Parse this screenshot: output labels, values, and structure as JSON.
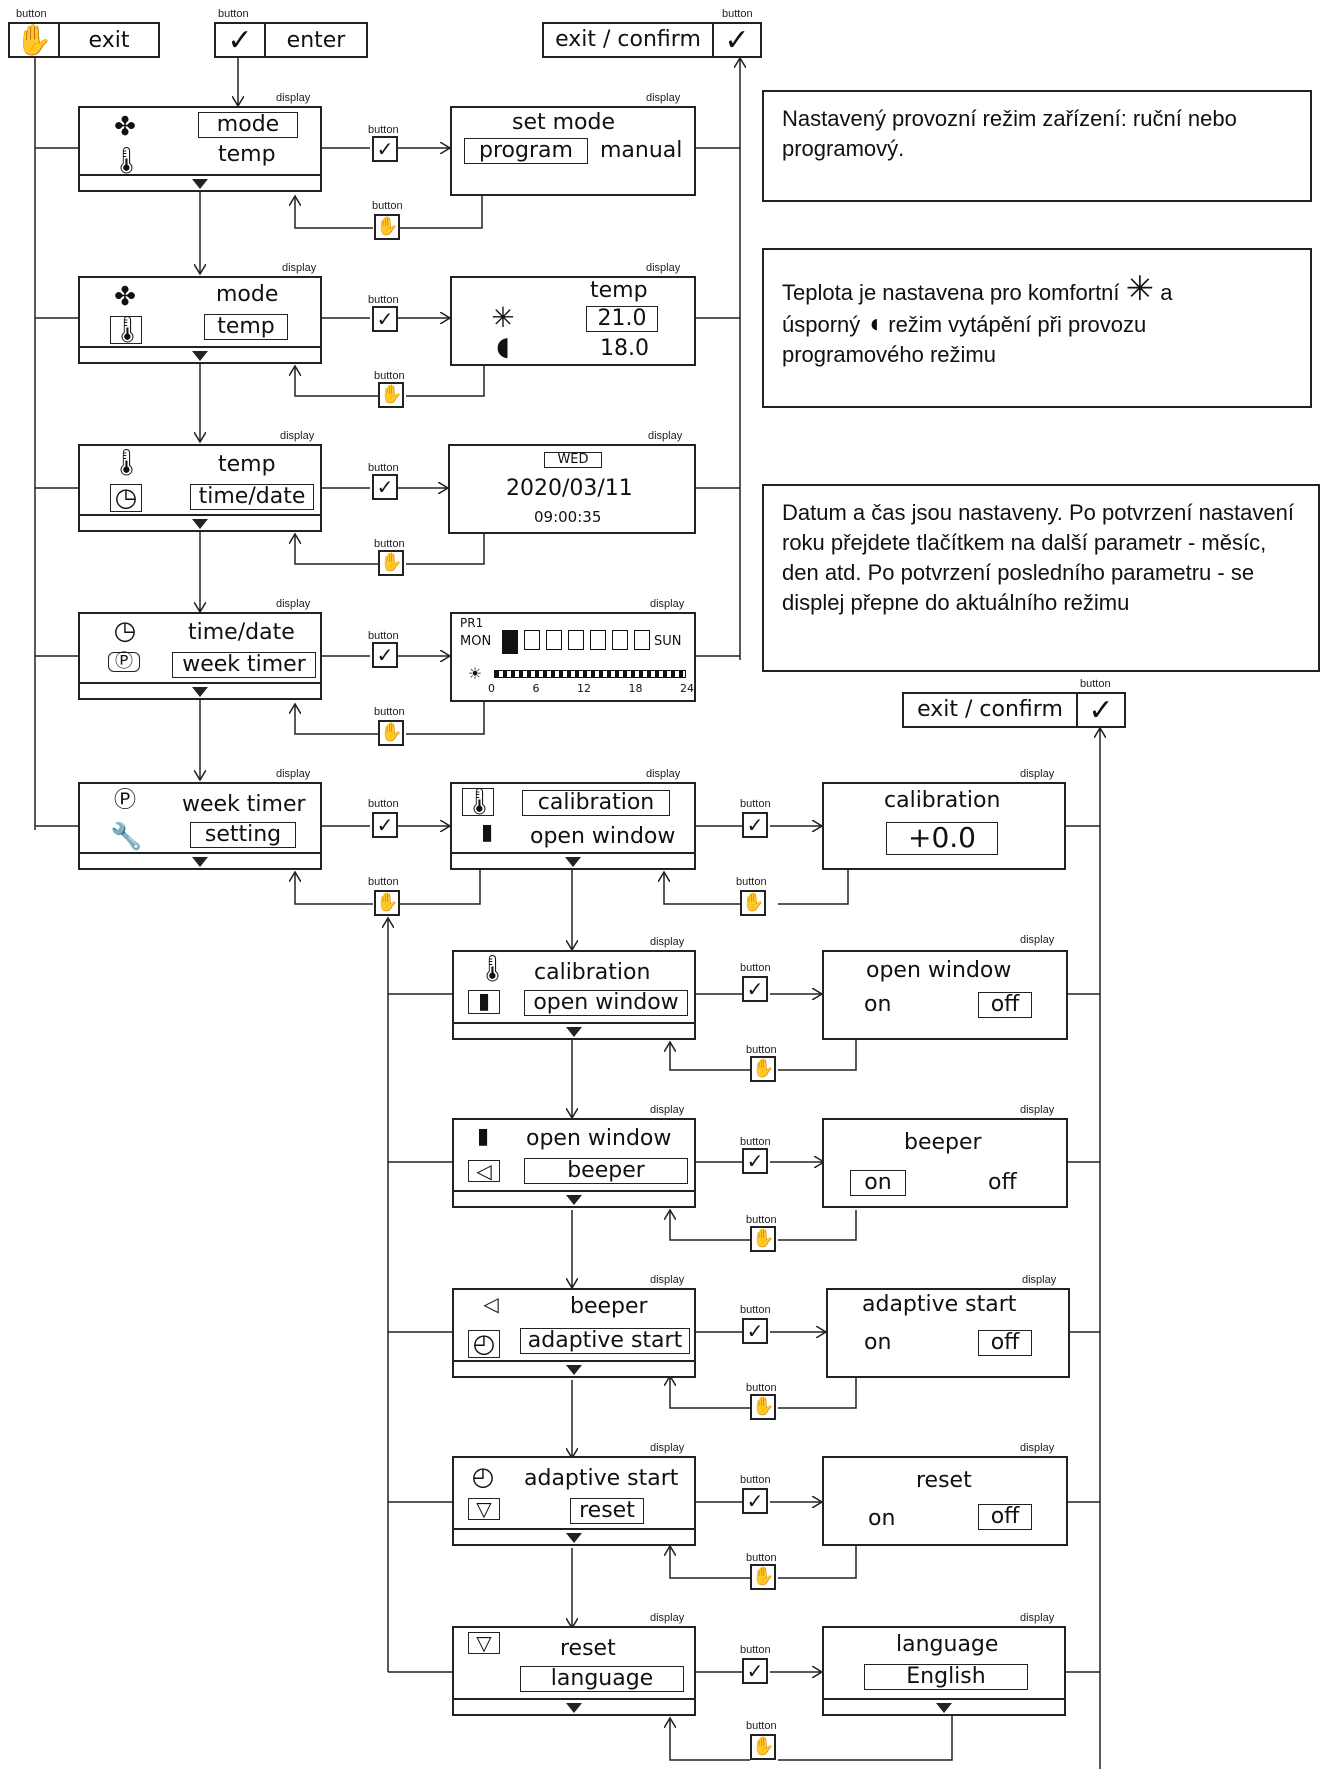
{
  "labels": {
    "button": "button",
    "display": "display"
  },
  "top_buttons": {
    "exit": "exit",
    "enter": "enter",
    "exit_confirm": "exit / confirm"
  },
  "notes": {
    "mode": "Nastavený provozní režim zařízení: ruční nebo programový.",
    "temp_part1": "Teplota je nastavena pro komfortní",
    "temp_part2": "a",
    "temp_part3": "úsporný",
    "temp_part4": "režim vytápění při provozu programového režimu",
    "date": "Datum a čas jsou nastaveny. Po potvrzení nastavení roku přejdete tlačítkem na další parametr - měsíc, den atd. Po potvrzení posledního parametru - se displej přepne do aktuálního režimu"
  },
  "left_menu": [
    {
      "top": "mode",
      "bottom": "temp"
    },
    {
      "top": "mode",
      "bottom": "temp"
    },
    {
      "top": "temp",
      "bottom": "time/date"
    },
    {
      "top": "time/date",
      "bottom": "week timer"
    },
    {
      "top": "week timer",
      "bottom": "setting"
    }
  ],
  "set_mode": {
    "title": "set mode",
    "opt1": "program",
    "opt2": "manual"
  },
  "temp_disp": {
    "title": "temp",
    "comfort": "21.0",
    "eco": "18.0"
  },
  "date_disp": {
    "day": "WED",
    "date": "2020/03/11",
    "time": "09:00:35"
  },
  "week_disp": {
    "prog": "PR1",
    "mon": "MON",
    "sun": "SUN",
    "ticks": [
      "0",
      "6",
      "12",
      "18",
      "24"
    ]
  },
  "settings_menu": [
    {
      "top": "calibration",
      "bottom": "open window"
    },
    {
      "top": "calibration",
      "bottom": "open window"
    },
    {
      "top": "open window",
      "bottom": "beeper"
    },
    {
      "top": "beeper",
      "bottom": "adaptive start"
    },
    {
      "top": "adaptive start",
      "bottom": "reset"
    },
    {
      "top": "reset",
      "bottom": "language"
    }
  ],
  "right_disp": [
    {
      "title": "calibration",
      "value": "+0.0"
    },
    {
      "title": "open window",
      "on": "on",
      "off": "off"
    },
    {
      "title": "beeper",
      "on": "on",
      "off": "off"
    },
    {
      "title": "adaptive start",
      "on": "on",
      "off": "off"
    },
    {
      "title": "reset",
      "on": "on",
      "off": "off"
    },
    {
      "title": "language",
      "value": "English"
    }
  ],
  "exit_confirm2": "exit / confirm"
}
